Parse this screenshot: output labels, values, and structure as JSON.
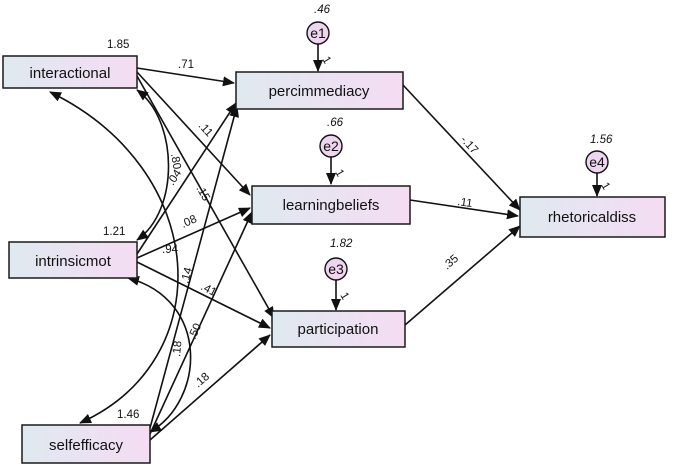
{
  "diagram": {
    "colors": {
      "box_left": "#dfe9f0",
      "box_right": "#f5dcf3",
      "error_fill": "#f0d4ef"
    },
    "variables": {
      "interactional": {
        "label": "interactional",
        "variance": "1.85"
      },
      "intrinsicmot": {
        "label": "intrinsicmot",
        "variance": "1.21"
      },
      "selfefficacy": {
        "label": "selfefficacy",
        "variance": "1.46"
      },
      "percimmediacy": {
        "label": "percimmediacy"
      },
      "learningbeliefs": {
        "label": "learningbeliefs"
      },
      "participation": {
        "label": "participation"
      },
      "rhetoricaldiss": {
        "label": "rhetoricaldiss"
      }
    },
    "errors": {
      "e1": {
        "label": "e1",
        "variance": ".46",
        "weight": "1"
      },
      "e2": {
        "label": "e2",
        "variance": ".66",
        "weight": "1"
      },
      "e3": {
        "label": "e3",
        "variance": "1.82",
        "weight": "1"
      },
      "e4": {
        "label": "e4",
        "variance": "1.56",
        "weight": "1"
      }
    },
    "paths": {
      "int_perc": ".71",
      "int_learn": ".11",
      "int_part": ".15",
      "intr_perc": ".04",
      "intr_learn": ".08",
      "intr_part": ".41",
      "self_perc": ".14",
      "self_learn": ".50",
      "self_part": ".18",
      "perc_rhet": "-.17",
      "learn_rhet": ".11",
      "part_rhet": ".35"
    },
    "covariances": {
      "int_intr": ".80",
      "int_self": ".94",
      "intr_self": ".18"
    }
  }
}
